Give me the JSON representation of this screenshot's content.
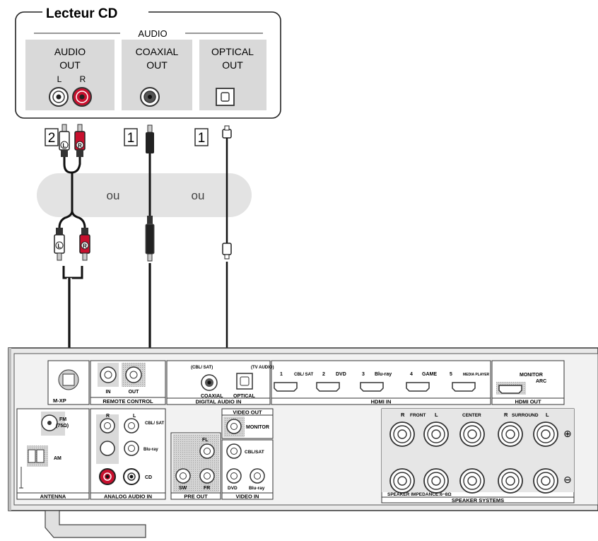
{
  "cd_player": {
    "title": "Lecteur CD",
    "group_label": "AUDIO",
    "outputs": [
      {
        "label_line1": "AUDIO",
        "label_line2": "OUT",
        "left": "L",
        "right": "R"
      },
      {
        "label_line1": "COAXIAL",
        "label_line2": "OUT"
      },
      {
        "label_line1": "OPTICAL",
        "label_line2": "OUT"
      }
    ]
  },
  "cable_numbers": {
    "analog": "2",
    "coaxial": "1",
    "optical": "1"
  },
  "plug_letters": {
    "left": "L",
    "right": "R"
  },
  "alternative_band": {
    "or_1": "ou",
    "or_2": "ou"
  },
  "receiver": {
    "mxport": "M-XP",
    "remote_control": {
      "title": "REMOTE CONTROL",
      "in": "IN",
      "out": "OUT"
    },
    "digital_audio_in": {
      "title": "DIGITAL AUDIO IN",
      "coaxial": "COAXIAL",
      "coax_source": "(CBL/ SAT)",
      "optical": "OPTICAL",
      "optical_source": "(TV AUDIO)"
    },
    "hdmi_in": {
      "title": "HDMI IN",
      "ports": [
        {
          "num": "1",
          "name": "CBL/ SAT"
        },
        {
          "num": "2",
          "name": "DVD"
        },
        {
          "num": "3",
          "name": "Blu-ray"
        },
        {
          "num": "4",
          "name": "GAME"
        },
        {
          "num": "5",
          "name": "MEDIA PLAYER"
        }
      ]
    },
    "hdmi_out": {
      "title": "HDMI OUT",
      "monitor": "MONITOR",
      "arc": "ARC"
    },
    "antenna": {
      "title": "ANTENNA",
      "fm": "FM",
      "fm_imp": "(75Ω)",
      "am": "AM"
    },
    "analog_audio_in": {
      "title": "ANALOG AUDIO IN",
      "r": "R",
      "l": "L",
      "inputs": [
        "CBL/ SAT",
        "Blu-ray",
        "CD"
      ]
    },
    "pre_out": {
      "title": "PRE OUT",
      "fl": "FL",
      "sw": "SW",
      "fr": "FR"
    },
    "video_out": {
      "title": "VIDEO OUT",
      "monitor": "MONITOR"
    },
    "video_in": {
      "title": "VIDEO IN",
      "cbl_sat": "CBL/SAT",
      "dvd": "DVD",
      "bluray": "Blu-ray"
    },
    "speaker_systems": {
      "title": "SPEAKER SYSTEMS",
      "impedance": "SPEAKER IMPEDANCE:6~8Ω",
      "r": "R",
      "front": "FRONT",
      "l": "L",
      "center": "CENTER",
      "r2": "R",
      "surround": "SURROUND",
      "l2": "L",
      "plus": "⊕",
      "minus": "⊖"
    }
  },
  "colors": {
    "red": "#c8102e",
    "band": "#e3e3e3",
    "panel": "#d9d9d9",
    "cable": "#111111"
  }
}
